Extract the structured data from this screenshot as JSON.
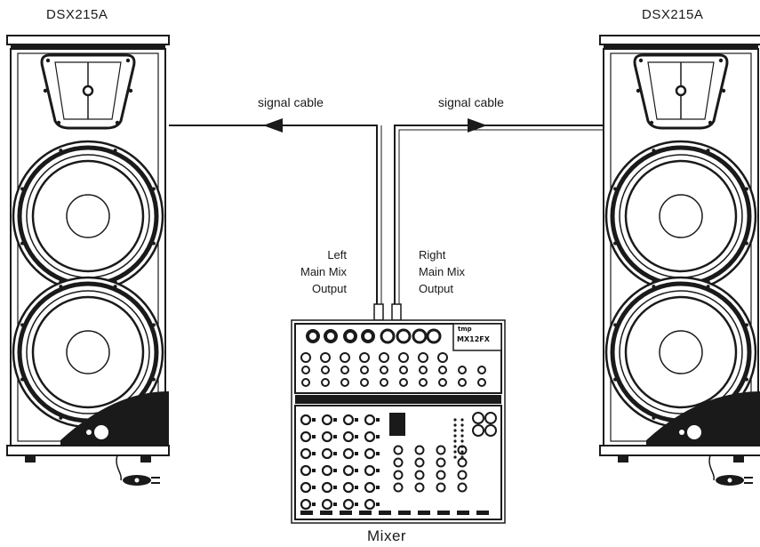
{
  "speakers": {
    "left_model": "DSX215A",
    "right_model": "DSX215A"
  },
  "cables": {
    "left_label": "signal cable",
    "right_label": "signal cable"
  },
  "outputs": {
    "left": [
      "Left",
      "Main Mix",
      "Output"
    ],
    "right": [
      "Right",
      "Main Mix",
      "Output"
    ]
  },
  "mixer": {
    "label": "Mixer",
    "brand": "tmp",
    "model": "MX12FX"
  },
  "colors": {
    "ink": "#1a1a1a",
    "background": "#ffffff"
  }
}
